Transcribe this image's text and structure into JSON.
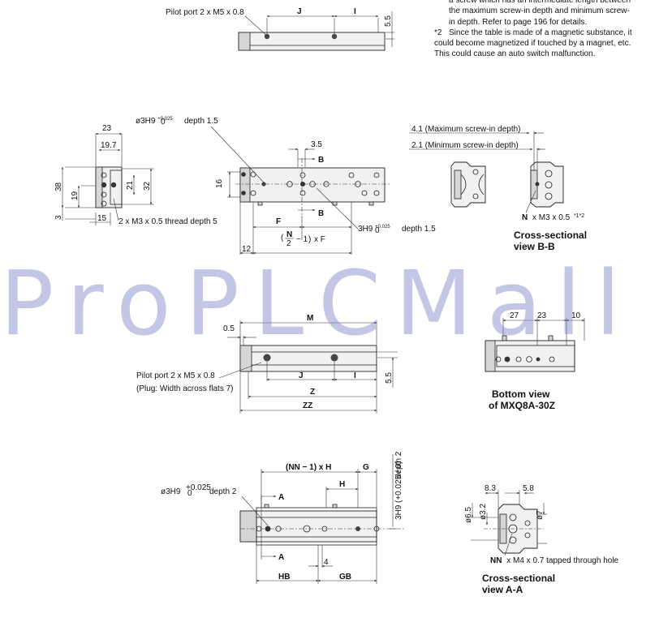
{
  "notes": {
    "note1": "a screw which has an intermediate length between the maximum screw-in depth and minimum screw-in depth. Refer to page 196 for details.",
    "note2_marker": "*2",
    "note2": "Since the table is made of a magnetic substance, it could become magnetized if touched by a magnet, etc. This could cause an auto switch malfunction."
  },
  "top_view": {
    "pilot_port": "Pilot port 2 x M5 x 0.8",
    "dim_j": "J",
    "dim_i": "I",
    "dim_55": "5.5"
  },
  "end_view": {
    "d23": "23",
    "d197": "19.7",
    "d38": "38",
    "d19": "19",
    "d3": "3",
    "d21": "21",
    "d32": "32",
    "d15": "15",
    "thread": "2 x M3 x 0.5 thread depth 5"
  },
  "side_view": {
    "hole_label_prefix": "ø3H9",
    "tol_top": "+0.025",
    "tol_bot": "0",
    "hole_label_suffix": "depth 1.5",
    "d35": "3.5",
    "b": "B",
    "d16": "16",
    "f": "F",
    "d12": "12",
    "formula_n": "N",
    "formula_2": "2",
    "formula_rest": "− 1",
    "formula_f": "x F",
    "hole2_prefix": "3H9",
    "hole2_suffix": "depth 1.5"
  },
  "section_bb": {
    "max_depth": "4.1 (Maximum screw-in depth)",
    "min_depth": "2.1 (Minimum screw-in depth)",
    "n_prefix": "N",
    "n_thread": "x M3 x 0.5",
    "n_marks": "*1*2",
    "caption1": "Cross-sectional",
    "caption2": "view B-B"
  },
  "watermark": "ProPLCMall",
  "front_view": {
    "m": "M",
    "d05": "0.5",
    "pilot_port": "Pilot port 2 x M5 x 0.8",
    "plug": "(Plug: Width across flats 7)",
    "j": "J",
    "i": "I",
    "d55": "5.5",
    "z": "Z",
    "zz": "ZZ"
  },
  "bottom_view": {
    "d27": "27",
    "d23": "23",
    "d10": "10",
    "caption1": "Bottom view",
    "caption2": "of MXQ8A-30Z"
  },
  "lower_view": {
    "nnh": "(NN − 1) x H",
    "g": "G",
    "depth2": "3H9",
    "depth2_tol": "(+0.025 / 0)",
    "depth2_suffix": "depth 2",
    "hole_prefix": "ø3H9",
    "hole_suffix": "depth 2",
    "a": "A",
    "h": "H",
    "d4": "4",
    "hb": "HB",
    "gb": "GB"
  },
  "section_aa": {
    "d83": "8.3",
    "d58": "5.8",
    "d65": "ø6.5",
    "d32": "ø3.2",
    "d7": "ø7",
    "nn_prefix": "NN",
    "nn_thread": "x M4 x 0.7 tapped through hole",
    "caption1": "Cross-sectional",
    "caption2": "view A-A"
  }
}
